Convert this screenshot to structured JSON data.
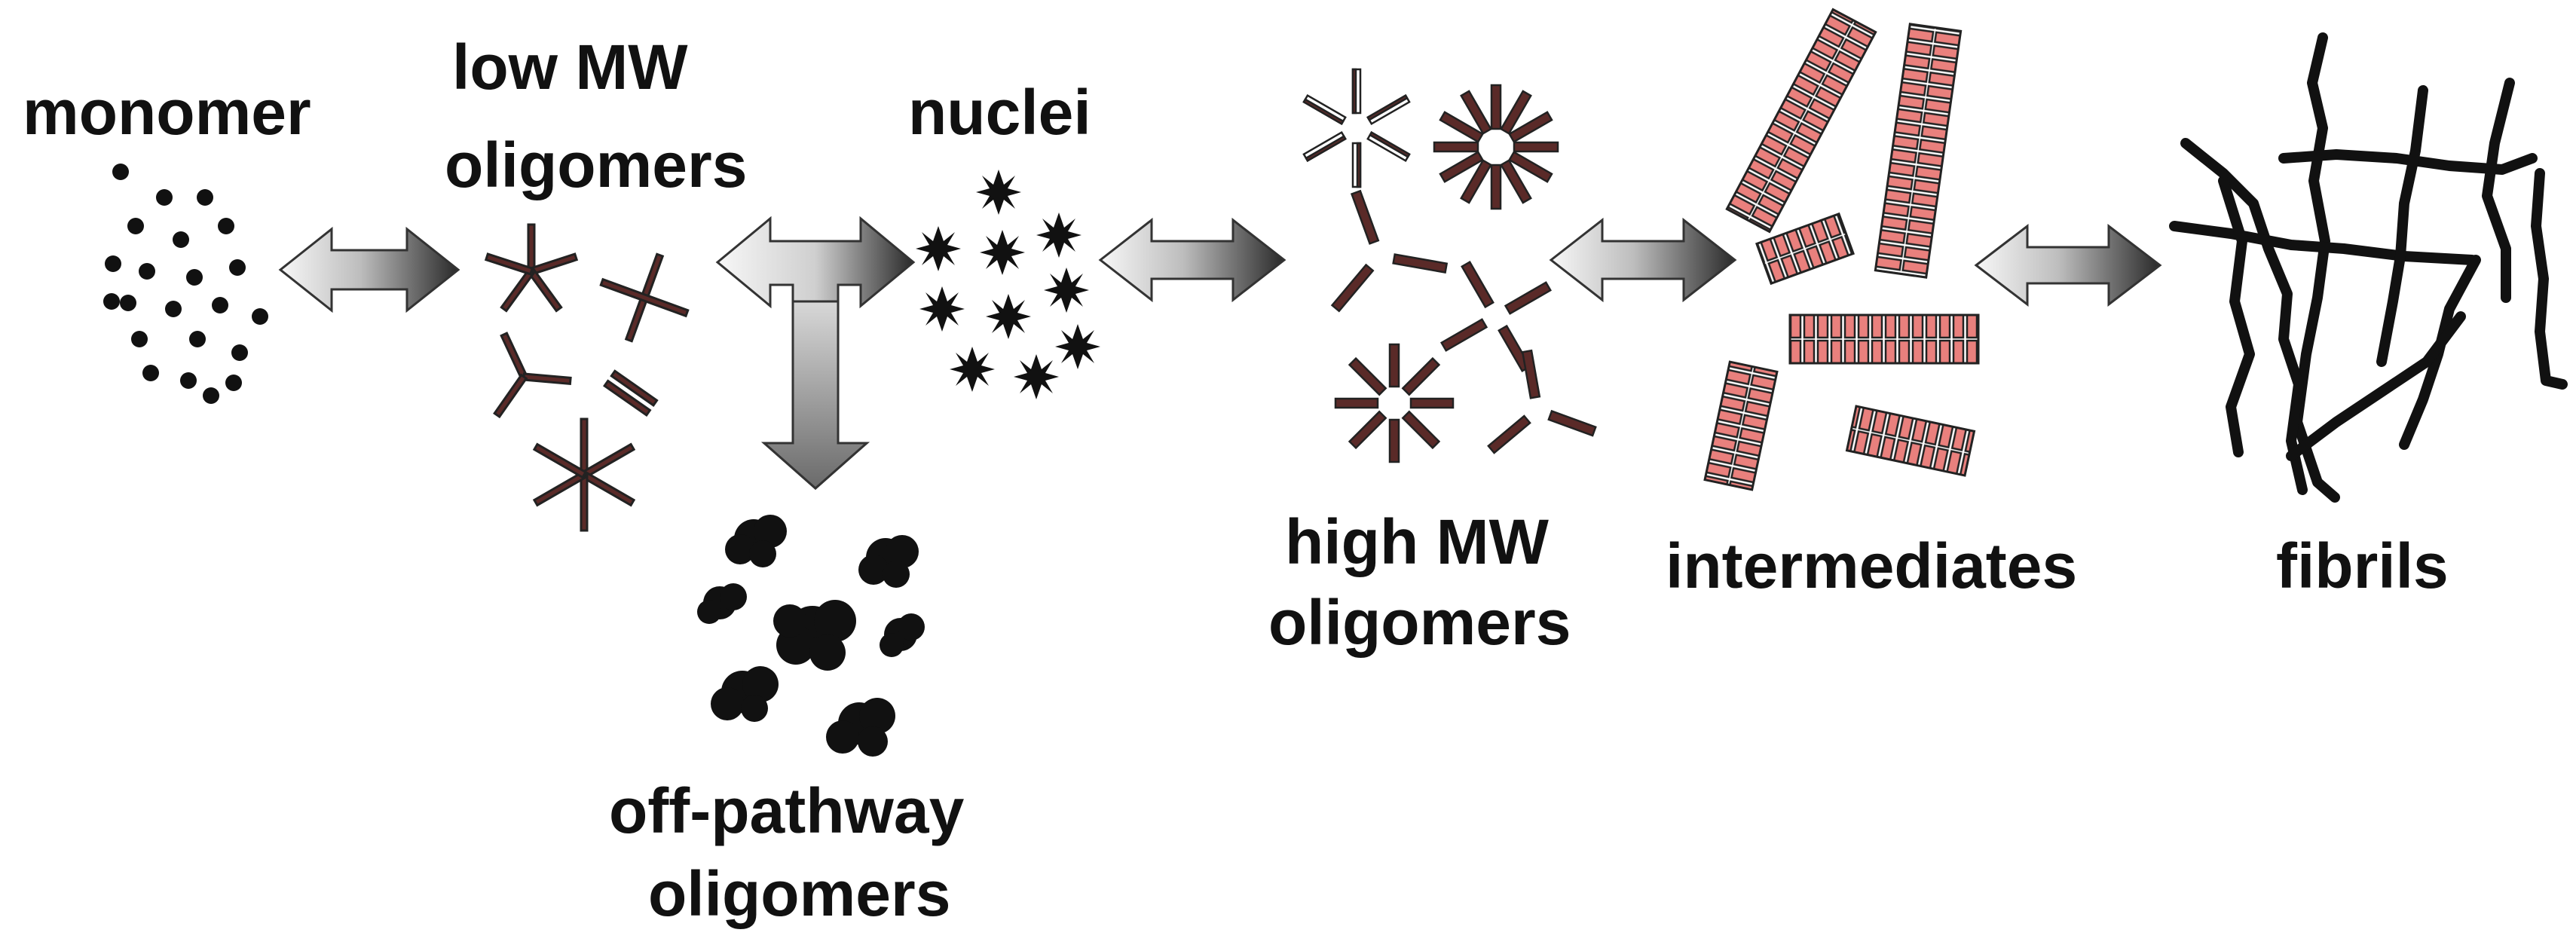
{
  "labels": {
    "monomer": "monomer",
    "low_mw_line1": "low MW",
    "low_mw_line2": "oligomers",
    "nuclei": "nuclei",
    "high_mw_line1": "high MW",
    "high_mw_line2": "oligomers",
    "intermediates": "intermediates",
    "fibrils": "fibrils",
    "off_pathway_line1": "off-pathway",
    "off_pathway_line2": "oligomers"
  },
  "colors": {
    "ink": "#111111",
    "rod_fill": "#e9807d",
    "star_arm_fill": "#5a2a28",
    "arrow_light": "#f7f7f7",
    "arrow_dark": "#2a2a2a"
  },
  "stages": [
    "monomer",
    "low MW oligomers",
    "nuclei",
    "high MW oligomers",
    "intermediates",
    "fibrils"
  ],
  "branch": "off-pathway oligomers"
}
